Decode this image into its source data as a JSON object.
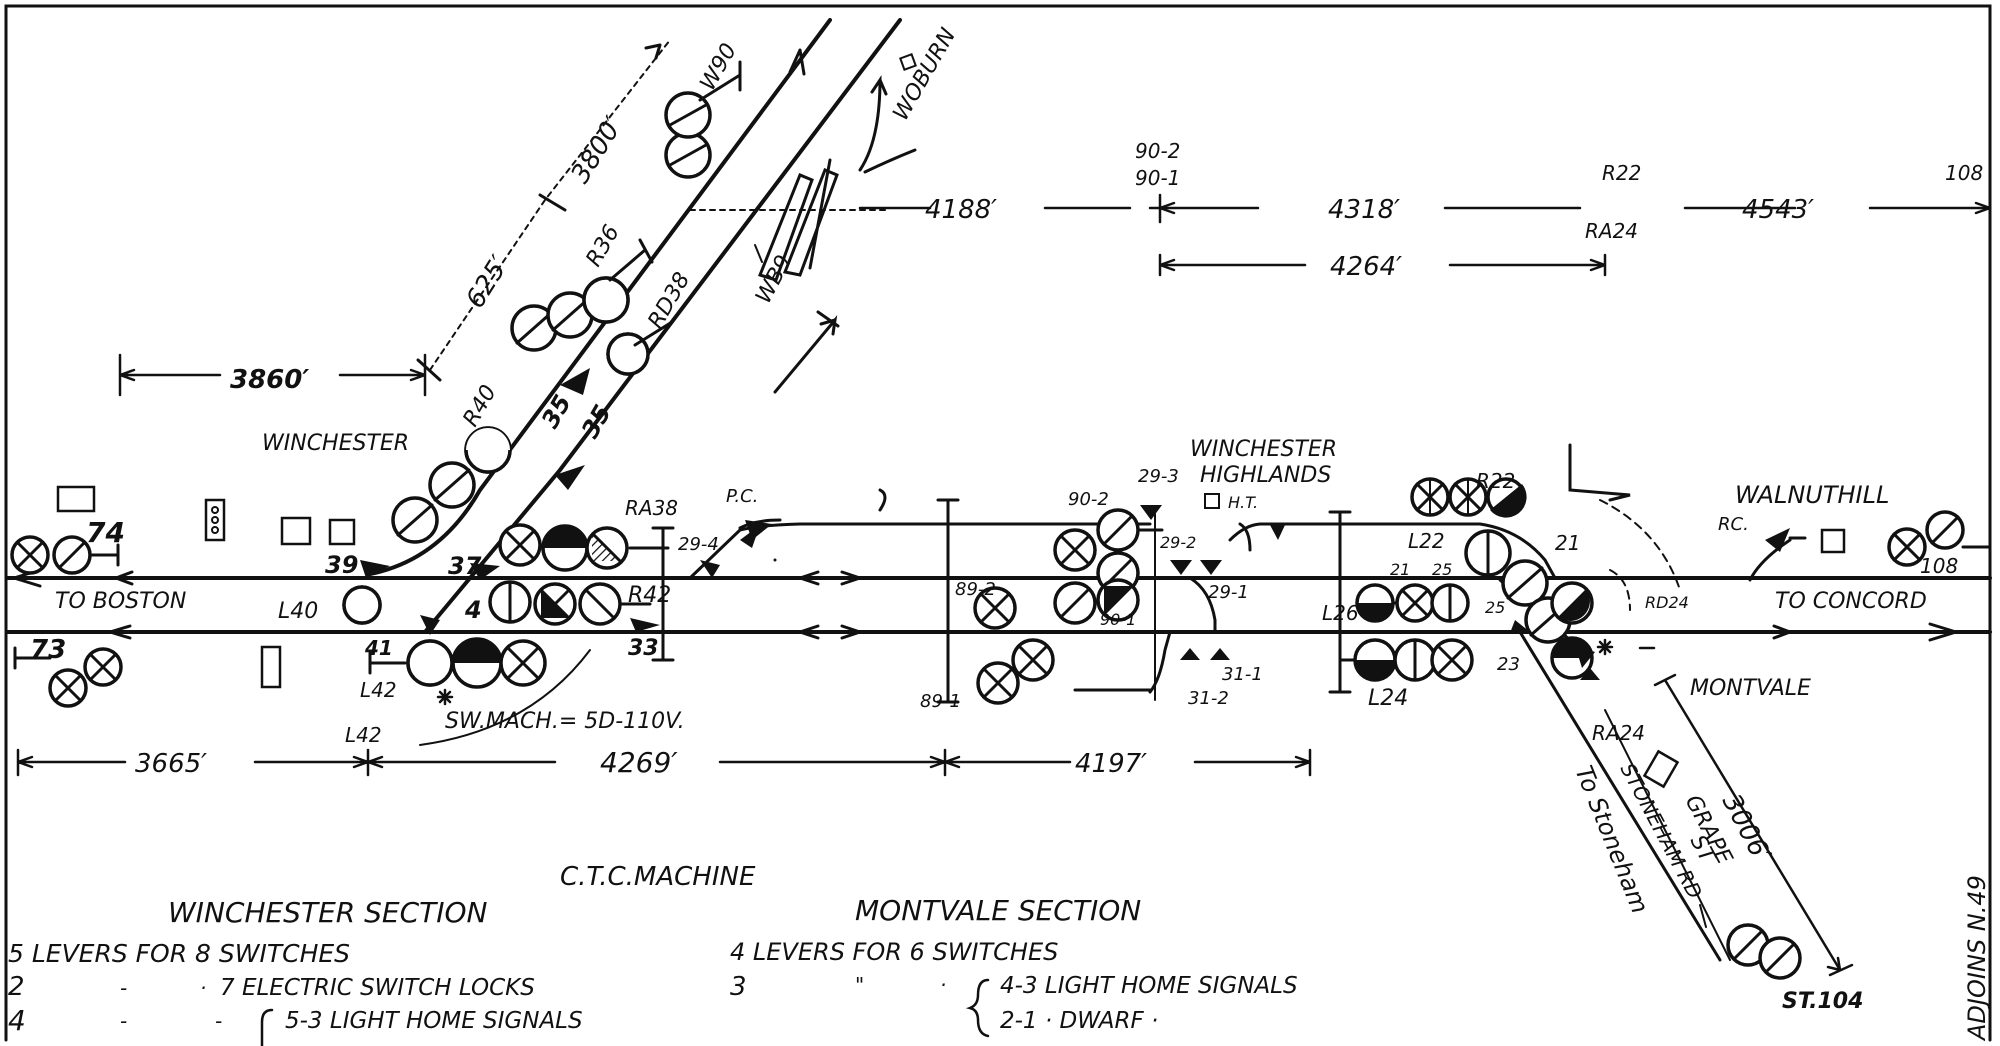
{
  "colors": {
    "ink": "#111111",
    "paper": "#ffffff"
  },
  "places": {
    "to_boston": "TO BOSTON",
    "to_concord": "TO CONCORD",
    "winchester": "WINCHESTER",
    "winchester_highlands": [
      "WINCHESTER",
      "HIGHLANDS"
    ],
    "walnut_hill": "WALNUTHILL",
    "montvale": "MONTVALE",
    "woburn": "WOBURN",
    "to_stoneham": "To Stoneham",
    "stoneham_rd": "STONEHAM RD",
    "grape_st": [
      "GRAPE",
      "ST"
    ],
    "st104": "ST.104",
    "adjoins": "ADJOINS N.49",
    "ht": "H.T."
  },
  "distances": {
    "d3860": "3860′",
    "d625": "625′",
    "d3800": "3800′",
    "d4188": "4188′",
    "d4318": "4318′",
    "d4543": "4543′",
    "d4264": "4264′",
    "d3665": "3665′",
    "d4269": "4269′",
    "d4197": "4197′",
    "d3006": "3006′"
  },
  "signals": {
    "s74": "74",
    "s73": "73",
    "s39": "39",
    "s37": "37",
    "s4": "4",
    "s41": "41",
    "l40": "L40",
    "l42": "L42",
    "l42b": "L42",
    "r40": "R40",
    "r36": "R36",
    "rd38": "RD38",
    "w90": "W90",
    "wb9": "WB9",
    "s35a": "35",
    "s35b": "35",
    "ra38": "RA38",
    "r42": "R42",
    "s33": "33",
    "s29_4": "29-4",
    "pc1": "P.C.",
    "s90_2top": "90-2",
    "s90_1top": "90-1",
    "s29_3": "29-3",
    "s90_2": "90-2",
    "s89_2": "89-2",
    "s89_1": "89-1",
    "s29_2": "29-2",
    "s90_1": "90-1",
    "s29_1": "29-1",
    "s31_1": "31-1",
    "s31_2": "31-2",
    "r22top": "R22",
    "ra24top": "RA24",
    "s108top": "108",
    "r22": "R22",
    "l22": "L22",
    "s21a": "21",
    "s25": "25",
    "s21b": "21",
    "l26": "L26",
    "l24": "L24",
    "s25b": "25",
    "s23": "23",
    "rd24": "RD24",
    "ra24": "RA24",
    "pc2": "RC.",
    "s108": "108"
  },
  "notes": {
    "sw_mach": "SW.MACH.= 5D-110V.",
    "ctc_title": "C.T.C.MACHINE",
    "winchester_section": "WINCHESTER SECTION",
    "montvale_section": "MONTVALE SECTION",
    "w_row1": "5 LEVERS FOR 8 SWITCHES",
    "w_row2_n": "2",
    "w_row2_t": "7 ELECTRIC SWITCH LOCKS",
    "w_row3_n": "4",
    "w_row3_t": "5-3 LIGHT HOME SIGNALS",
    "m_row1": "4 LEVERS FOR 6 SWITCHES",
    "m_row2_n": "3",
    "m_row2_t": "4-3 LIGHT HOME SIGNALS",
    "m_row3_t": "2-1  ·  DWARF  ·"
  }
}
